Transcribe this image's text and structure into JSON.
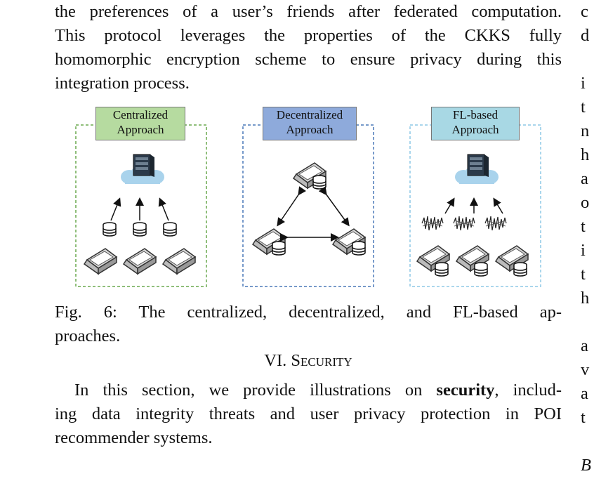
{
  "intro_paragraph": {
    "lines": [
      "the preferences of a user’s friends after federated computation.",
      "This protocol leverages the properties of the CKKS fully",
      "homomorphic encryption scheme to ensure privacy during this",
      "integration process."
    ]
  },
  "figure": {
    "panels": [
      {
        "label_line1": "Centralized",
        "label_line2": "Approach",
        "color": "#b6dba0",
        "border": "#6aa84f"
      },
      {
        "label_line1": "Decentralized",
        "label_line2": "Approach",
        "color": "#8eaadb",
        "border": "#4a78b8"
      },
      {
        "label_line1": "FL-based",
        "label_line2": "Approach",
        "color": "#a8d8e4",
        "border": "#8ec9e6"
      }
    ],
    "caption_lines": [
      "Fig. 6: The centralized, decentralized, and FL-based ap-",
      "proaches."
    ]
  },
  "section": {
    "heading_number": "VI.",
    "heading_title": "Security"
  },
  "body_paragraph": {
    "line1_before": "In this section, we provide illustrations on ",
    "line1_bold": "security",
    "line1_after": ", includ-",
    "line2": "ing data integrity threats and user privacy protection in POI",
    "line3": "recommender systems."
  },
  "right_column_fragments": [
    "c",
    "d",
    "",
    "i",
    "t",
    "n",
    "h",
    "a",
    "o",
    "t",
    "i",
    "t",
    "h",
    "",
    "a",
    "v",
    "a",
    "t",
    "",
    "B"
  ]
}
